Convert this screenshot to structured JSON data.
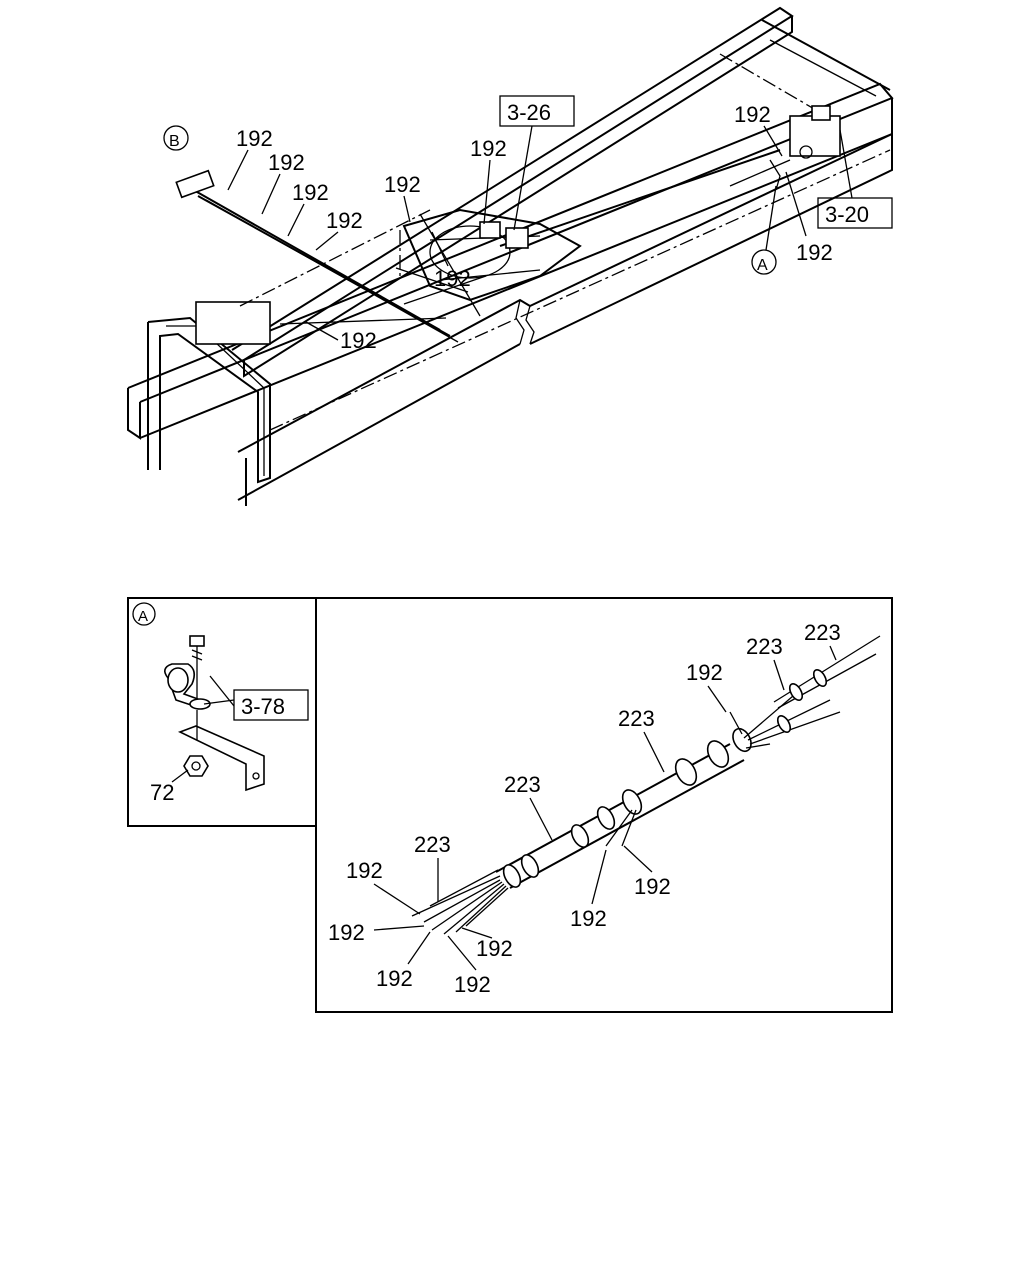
{
  "callouts": {
    "b_marker": "B",
    "a_marker": "A",
    "ref_326": "3-26",
    "ref_320": "3-20",
    "ref_378": "3-78",
    "part_192": "192",
    "part_223": "223",
    "part_72": "72",
    "detail_a_label": "A"
  }
}
